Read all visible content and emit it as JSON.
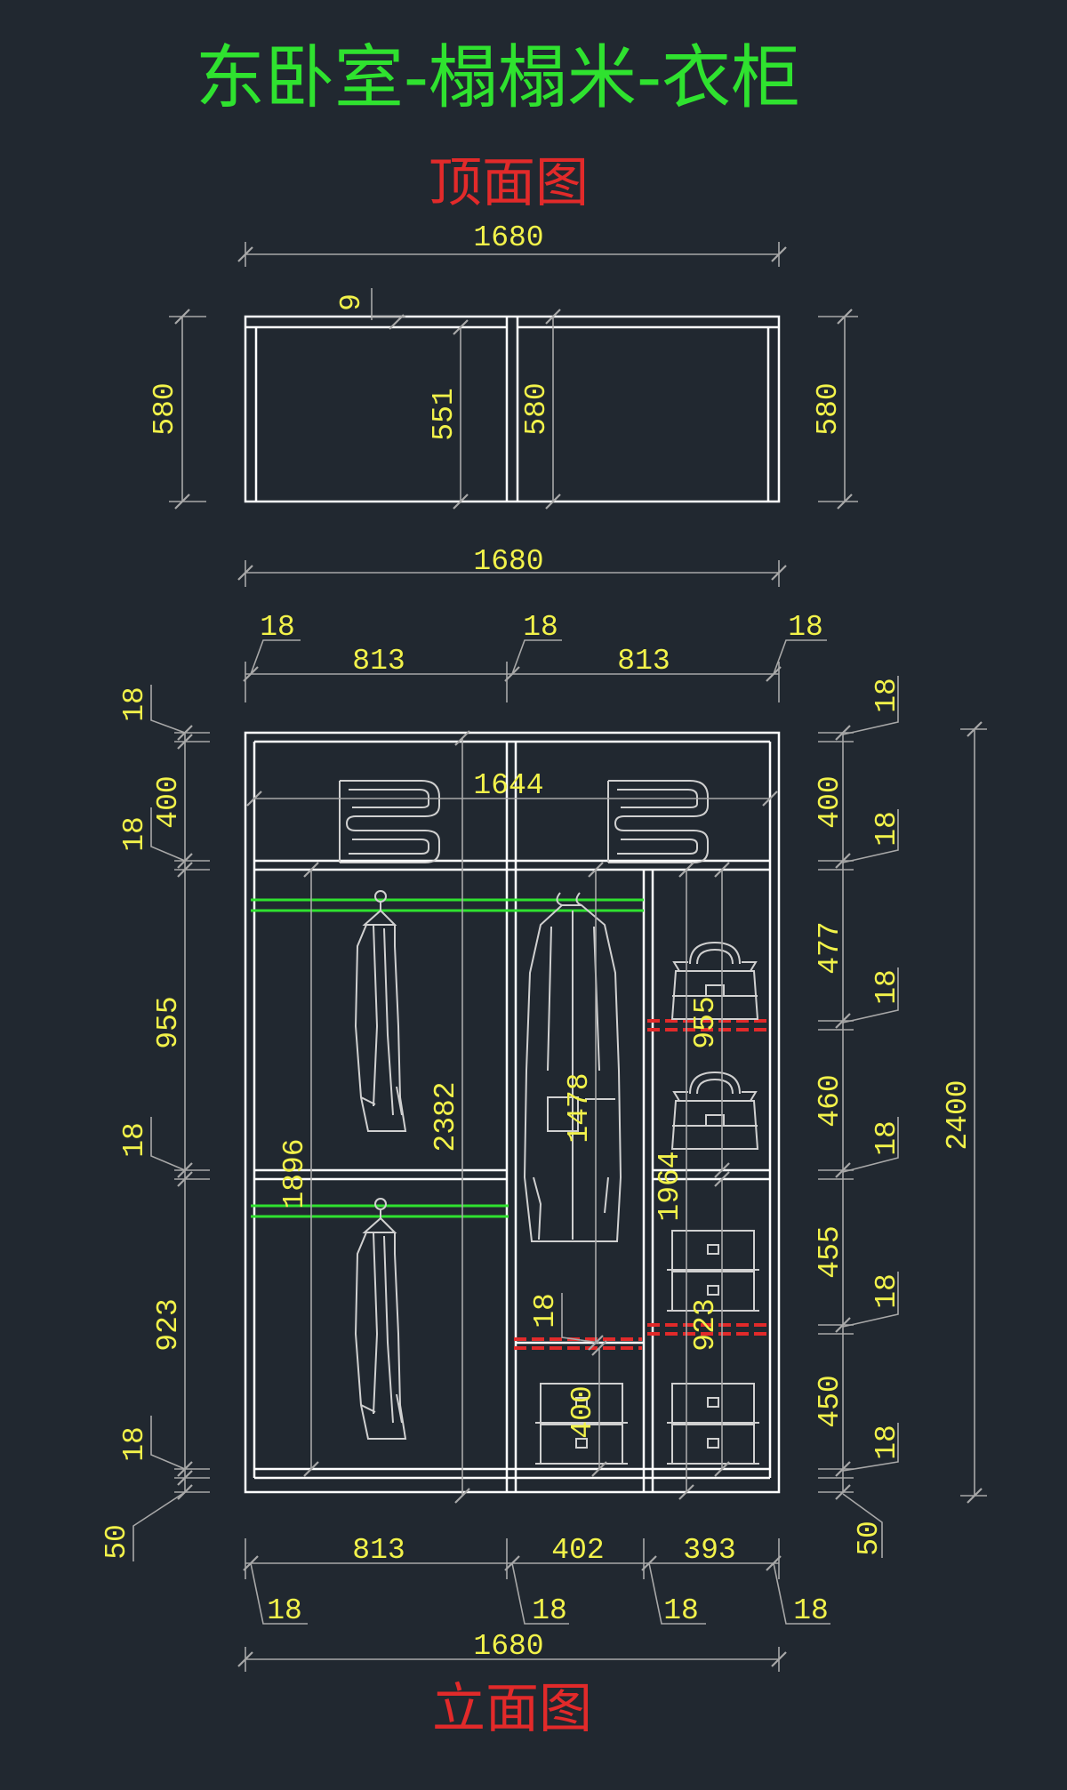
{
  "title": "东卧室-榻榻米-衣柜",
  "top_view": {
    "label": "顶面图",
    "dims": {
      "overall_width": "1680",
      "panel": "9",
      "inner_depth": "551",
      "mid_depth": "580",
      "depth_left": "580",
      "depth_right": "580"
    }
  },
  "elevation": {
    "label": "立面图",
    "top": {
      "overall": "1680",
      "t1": "18",
      "t2": "18",
      "t3": "18",
      "w1": "813",
      "w2": "813"
    },
    "interior": {
      "inner_width": "1644",
      "height_2382": "2382",
      "height_1896": "1896",
      "height_1478": "1478",
      "height_1964": "1964",
      "shelf_955": "955",
      "shelf_923": "923",
      "drawer_400": "400",
      "panel_18": "18"
    },
    "left": {
      "t_top": "18",
      "h_top": "400",
      "t2": "18",
      "h_mid": "955",
      "t3": "18",
      "h_low": "923",
      "t4": "18",
      "base": "50"
    },
    "right": {
      "t1": "18",
      "h1": "400",
      "t2": "18",
      "h2": "477",
      "t3": "18",
      "h3": "460",
      "t4": "18",
      "h4": "455",
      "t5": "18",
      "h5": "450",
      "t6": "18",
      "base": "50",
      "total": "2400"
    },
    "bottom": {
      "w1": "813",
      "w2": "402",
      "w3": "393",
      "t1": "18",
      "t2": "18",
      "t3": "18",
      "t4": "18",
      "overall": "1680"
    }
  },
  "colors": {
    "background": "#212830",
    "title": "#2fe22f",
    "view_label": "#e22a2a",
    "dimension_text": "#f2f24a",
    "object_line": "#ffffff",
    "dimension_line": "#a8a8a8",
    "hanging_rod": "#2fe22f",
    "drawer_rail": "#e22a2a"
  }
}
